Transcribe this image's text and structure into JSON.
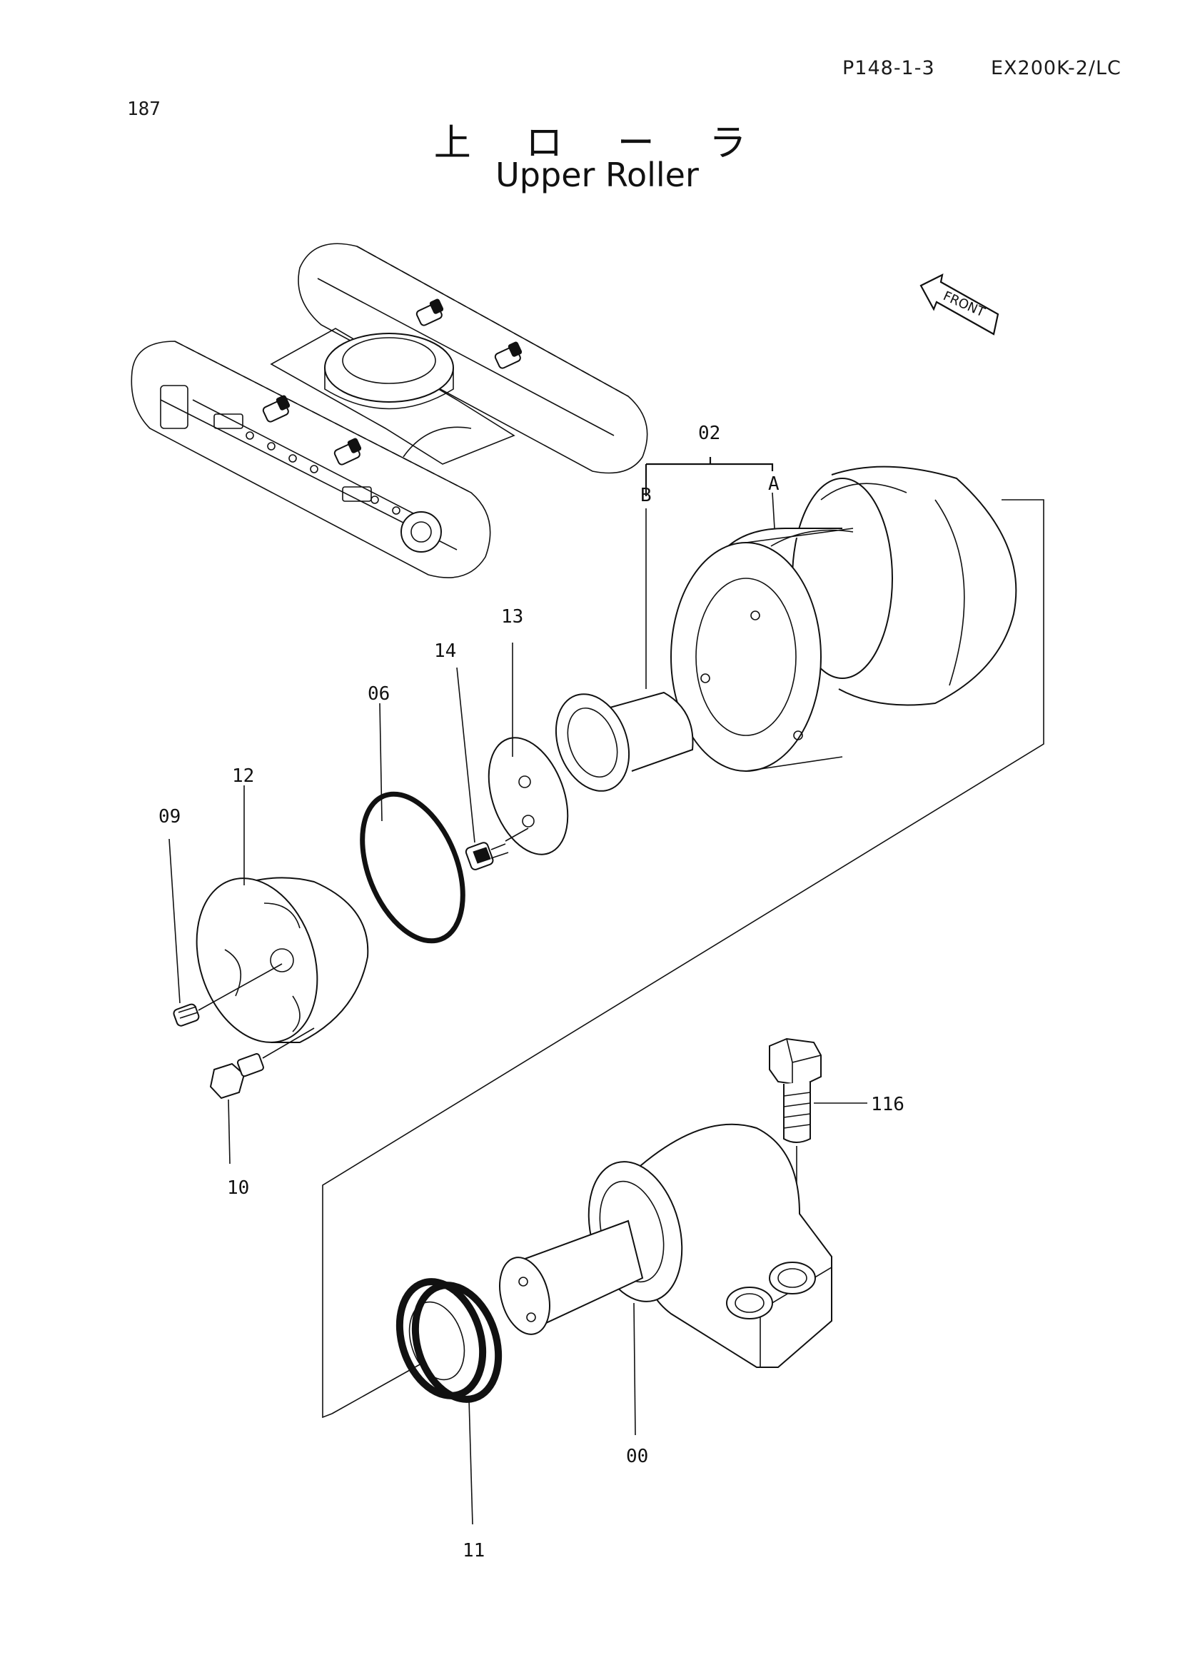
{
  "header": {
    "page_ref": "P148-1-3",
    "model": "EX200K-2/LC",
    "page_number": "187"
  },
  "title": {
    "japanese": "上 ロ ー ラ",
    "english": "Upper Roller"
  },
  "front_marker": "FRONT",
  "parts": [
    {
      "id": "02",
      "sub_a": "A",
      "sub_b": "B"
    },
    {
      "id": "13"
    },
    {
      "id": "14"
    },
    {
      "id": "06"
    },
    {
      "id": "12"
    },
    {
      "id": "09"
    },
    {
      "id": "10"
    },
    {
      "id": "116"
    },
    {
      "id": "00"
    },
    {
      "id": "11"
    }
  ]
}
